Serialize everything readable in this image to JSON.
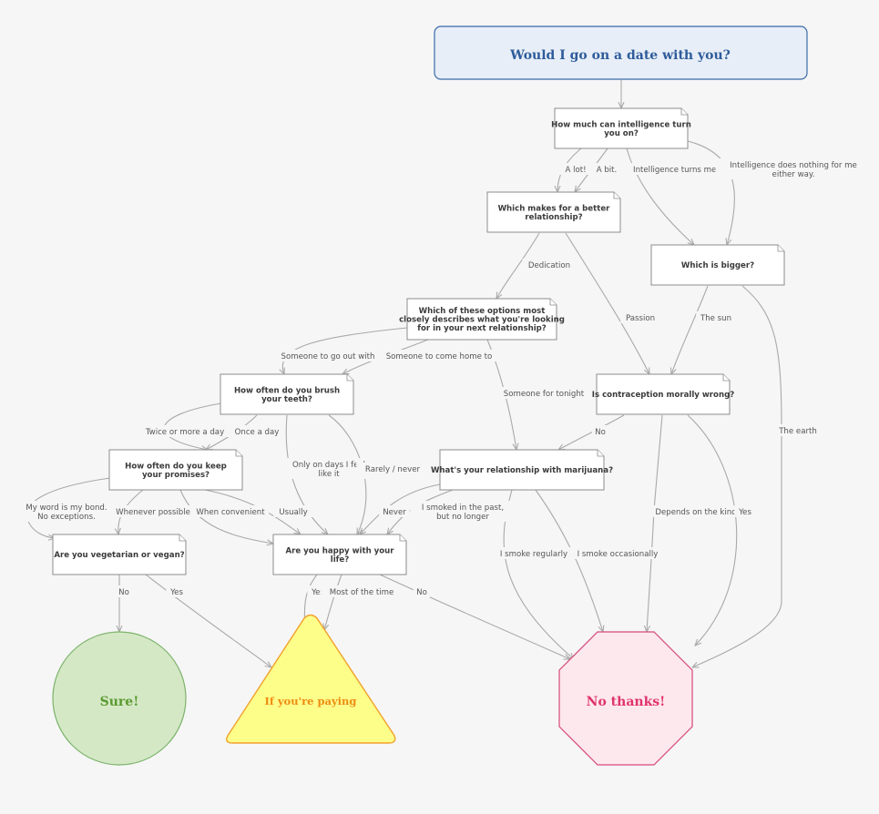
{
  "title": "Would I go on a date with you?",
  "questions": {
    "intelligence": [
      "How much can intelligence turn",
      "you on?"
    ],
    "relationship": [
      "Which makes for a better",
      "relationship?"
    ],
    "bigger": [
      "Which is bigger?"
    ],
    "options": [
      "Which of these options most",
      "closely describes what you're looking",
      "for in your next relationship?"
    ],
    "contraception": [
      "Is contraception morally wrong?"
    ],
    "teeth": [
      "How often do you brush",
      "your teeth?"
    ],
    "marijuana": [
      "What's your relationship with marijuana?"
    ],
    "promises": [
      "How often do you keep",
      "your promises?"
    ],
    "vegetarian": [
      "Are you vegetarian or vegan?"
    ],
    "happy": [
      "Are you happy with your",
      "life?"
    ]
  },
  "outcomes": {
    "sure": "Sure!",
    "paying": "If you're paying",
    "no_thanks": "No thanks!"
  },
  "answers": {
    "a_lot": [
      "A lot!"
    ],
    "a_bit": [
      "A bit."
    ],
    "turns_off": [
      "Intelligence turns me off."
    ],
    "nothing": [
      "Intelligence does nothing for me",
      "either way."
    ],
    "dedication": [
      "Dedication"
    ],
    "passion": [
      "Passion"
    ],
    "the_sun": [
      "The sun"
    ],
    "the_earth": [
      "The earth"
    ],
    "go_out": [
      "Someone to go out with"
    ],
    "come_home": [
      "Someone to come home to"
    ],
    "tonight": [
      "Someone for tonight"
    ],
    "twice": [
      "Twice or more a day"
    ],
    "once": [
      "Once a day"
    ],
    "only_days": [
      "Only on days I feel",
      "like it"
    ],
    "rarely": [
      "Rarely / never"
    ],
    "contra_no": [
      "No"
    ],
    "depends": [
      "Depends on the kind"
    ],
    "contra_yes": [
      "Yes"
    ],
    "my_word": [
      "My word is my bond.",
      "No exceptions."
    ],
    "whenever": [
      "Whenever possible"
    ],
    "when_convenient": [
      "When convenient"
    ],
    "usually": [
      "Usually"
    ],
    "never": [
      "Never"
    ],
    "smoked_past": [
      "I smoked in the past,",
      "but no longer"
    ],
    "regularly": [
      "I smoke regularly"
    ],
    "occasionally": [
      "I smoke occasionally"
    ],
    "veg_no": [
      "No"
    ],
    "veg_yes": [
      "Yes"
    ],
    "happy_yes": [
      "Yes"
    ],
    "most_time": [
      "Most of the time"
    ],
    "happy_no": [
      "No"
    ]
  },
  "colors": {
    "title_fill": "#e7eef7",
    "title_stroke": "#3d6aa8",
    "title_text": "#2e5b9a",
    "sure_fill": "#d4e8c6",
    "sure_text": "#5a9a2e",
    "paying_fill": "#fdfd8a",
    "paying_text": "#ee8c12",
    "no_fill": "#fde8ee",
    "no_text": "#e0336d",
    "edge": "#a9a9a9"
  }
}
